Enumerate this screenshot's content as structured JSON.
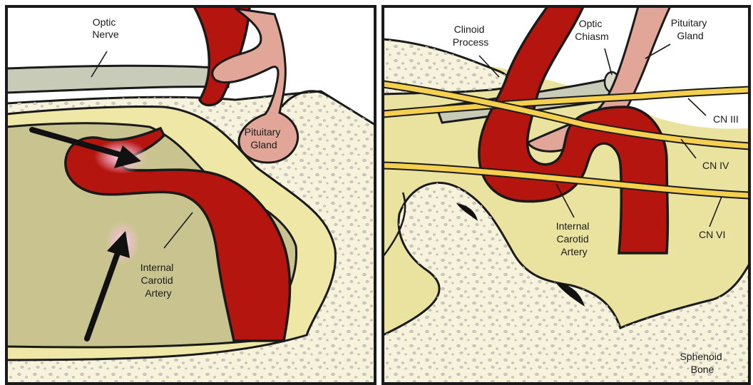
{
  "left_panel": {
    "labels": {
      "optic_nerve": [
        "Optic",
        "Nerve"
      ],
      "pituitary_gland": [
        "Pituitary",
        "Gland"
      ],
      "internal_carotid_artery": [
        "Internal",
        "Carotid",
        "Artery"
      ]
    }
  },
  "right_panel": {
    "labels": {
      "clinoid_process": [
        "Clinoid",
        "Process"
      ],
      "optic_chiasm": [
        "Optic",
        "Chiasm"
      ],
      "pituitary_gland": [
        "Pituitary",
        "Gland"
      ],
      "cn3": "CN III",
      "cn4": "CN IV",
      "cn6": "CN VI",
      "internal_carotid_artery": [
        "Internal",
        "Carotid",
        "Artery"
      ],
      "sphenoid_bone": [
        "Sphenoid",
        "Bone"
      ]
    }
  },
  "colors": {
    "artery": "#b5150f",
    "bone": "#f6f2dc",
    "sinus_wall": "#efe7a6",
    "sinus_cavity": "#c9c48f",
    "cavernous": "#eae39f",
    "nerve": "#c9cbb9",
    "gland": "#e1a697",
    "cranial_nerve": "#f5cf4e",
    "outline": "#1a1a1a"
  }
}
